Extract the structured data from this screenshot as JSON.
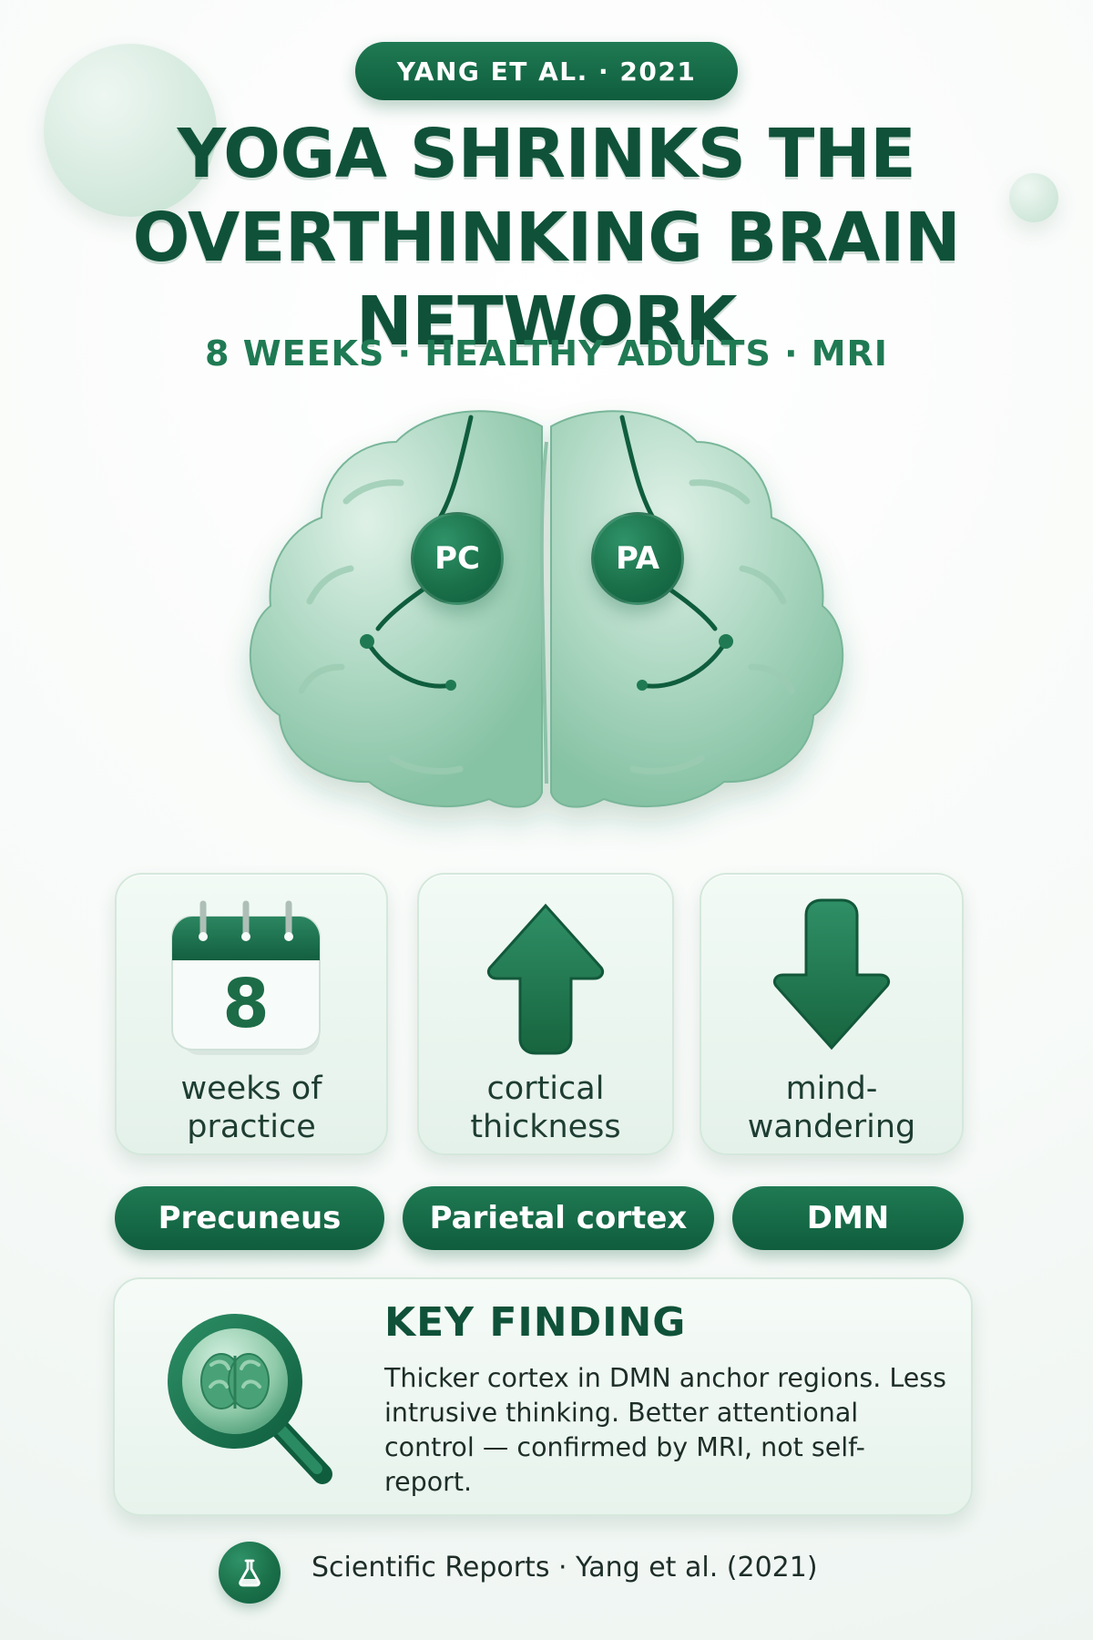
{
  "header": {
    "source_badge": "YANG ET AL. · 2021",
    "title_line1": "YOGA SHRINKS THE",
    "title_line2": "OVERTHINKING BRAIN NETWORK",
    "subtitle": "8 WEEKS · HEALTHY ADULTS · MRI"
  },
  "brain": {
    "left_label": "PC",
    "right_label": "PA"
  },
  "stats": [
    {
      "icon": "calendar-icon",
      "value": "8",
      "label_line1": "weeks of",
      "label_line2": "practice"
    },
    {
      "icon": "arrow-up-icon",
      "label_line1": "cortical",
      "label_line2": "thickness"
    },
    {
      "icon": "arrow-down-icon",
      "label_line1": "mind-",
      "label_line2": "wandering"
    }
  ],
  "regions": [
    "Precuneus",
    "Parietal cortex",
    "DMN"
  ],
  "key_finding": {
    "title": "KEY FINDING",
    "icon": "brain-magnifier-icon",
    "body": "Thicker cortex in DMN anchor regions. Less intrusive thinking. Better attentional control — confirmed by MRI, not self-report."
  },
  "footer": {
    "icon": "flask-icon",
    "citation": "Scientific Reports · Yang et al. (2021)"
  },
  "colors": {
    "primary": "#0f5d3d",
    "primary_light": "#1f7a53",
    "mint": "#cfe8dc",
    "card_bg": "#e8f4ee",
    "text_dark": "#1d2d27"
  }
}
